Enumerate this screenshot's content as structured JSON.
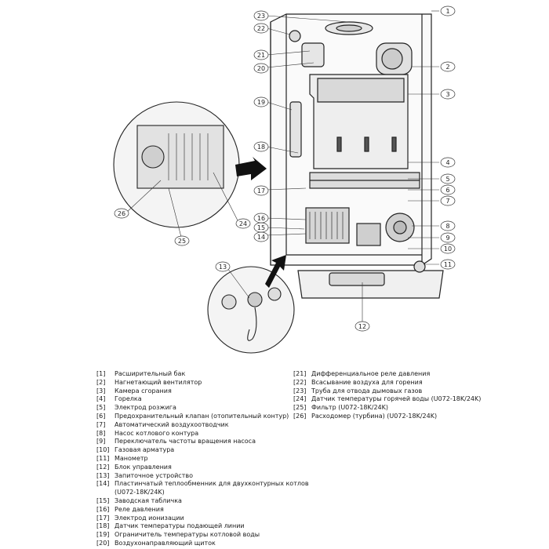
{
  "callouts": [
    {
      "n": "1"
    },
    {
      "n": "2"
    },
    {
      "n": "3"
    },
    {
      "n": "4"
    },
    {
      "n": "5"
    },
    {
      "n": "6"
    },
    {
      "n": "7"
    },
    {
      "n": "8"
    },
    {
      "n": "9"
    },
    {
      "n": "10"
    },
    {
      "n": "11"
    },
    {
      "n": "12"
    },
    {
      "n": "13"
    },
    {
      "n": "14"
    },
    {
      "n": "15"
    },
    {
      "n": "16"
    },
    {
      "n": "17"
    },
    {
      "n": "18"
    },
    {
      "n": "19"
    },
    {
      "n": "20"
    },
    {
      "n": "21"
    },
    {
      "n": "22"
    },
    {
      "n": "23"
    },
    {
      "n": "24"
    },
    {
      "n": "25"
    },
    {
      "n": "26"
    }
  ],
  "legend_left": [
    {
      "num": "[1]",
      "text": "Расширительный бак"
    },
    {
      "num": "[2]",
      "text": "Нагнетающий вентилятор"
    },
    {
      "num": "[3]",
      "text": "Камера сгорания"
    },
    {
      "num": "[4]",
      "text": "Горелка"
    },
    {
      "num": "[5]",
      "text": "Электрод розжига"
    },
    {
      "num": "[6]",
      "text": "Предохранительный клапан (отопительный контур)"
    },
    {
      "num": "[7]",
      "text": "Автоматический воздухоотводчик"
    },
    {
      "num": "[8]",
      "text": "Насос котлового контура"
    },
    {
      "num": "[9]",
      "text": "Переключатель частоты вращения насоса"
    },
    {
      "num": "[10]",
      "text": "Газовая арматура"
    },
    {
      "num": "[11]",
      "text": "Манометр"
    },
    {
      "num": "[12]",
      "text": "Блок управления"
    },
    {
      "num": "[13]",
      "text": "Запиточное устройство"
    },
    {
      "num": "[14]",
      "text": "Пластинчатый теплообменник для двухконтурных котлов"
    },
    {
      "num": "",
      "text": "(U072-18K/24K)"
    },
    {
      "num": "[15]",
      "text": "Заводская табличка"
    },
    {
      "num": "[16]",
      "text": "Реле давления"
    },
    {
      "num": "[17]",
      "text": "Электрод ионизации"
    },
    {
      "num": "[18]",
      "text": "Датчик температуры подающей линии"
    },
    {
      "num": "[19]",
      "text": "Ограничитель температуры котловой воды"
    },
    {
      "num": "[20]",
      "text": "Воздухонаправляющий щиток"
    }
  ],
  "legend_right": [
    {
      "num": "[21]",
      "text": "Дифференциальное реле давления"
    },
    {
      "num": "[22]",
      "text": "Всасывание воздуха для горения"
    },
    {
      "num": "[23]",
      "text": "Труба для отвода дымовых газов"
    },
    {
      "num": "[24]",
      "text": "Датчик температуры горячей воды (U072-18K/24K)"
    },
    {
      "num": "[25]",
      "text": "Фильтр (U072-18K/24K)"
    },
    {
      "num": "[26]",
      "text": "Расходомер (турбина) (U072-18K/24K)"
    }
  ]
}
